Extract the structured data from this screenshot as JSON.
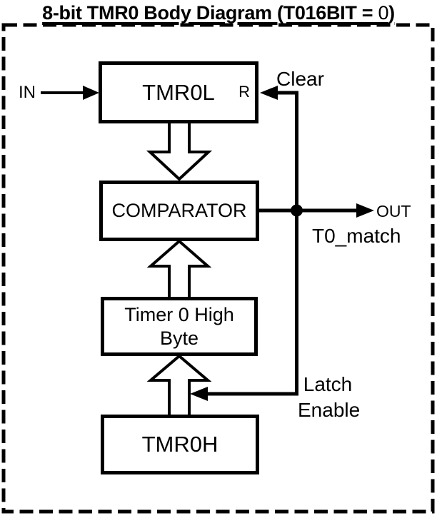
{
  "title": {
    "prefix": "8-bit TMR0 Body Diagram (T016BIT = ",
    "zero": "0",
    "suffix": ")"
  },
  "blocks": {
    "tmr0l": "TMR0L",
    "reset_pin": "R",
    "comparator": "COMPARATOR",
    "timer0_high_byte_line1": "Timer 0 High",
    "timer0_high_byte_line2": "Byte",
    "tmr0h": "TMR0H"
  },
  "signals": {
    "in": "IN",
    "clear": "Clear",
    "out": "OUT",
    "t0_match": "T0_match",
    "latch_enable_line1": "Latch",
    "latch_enable_line2": "Enable"
  },
  "colors": {
    "ink": "#000000",
    "paper": "#ffffff"
  }
}
